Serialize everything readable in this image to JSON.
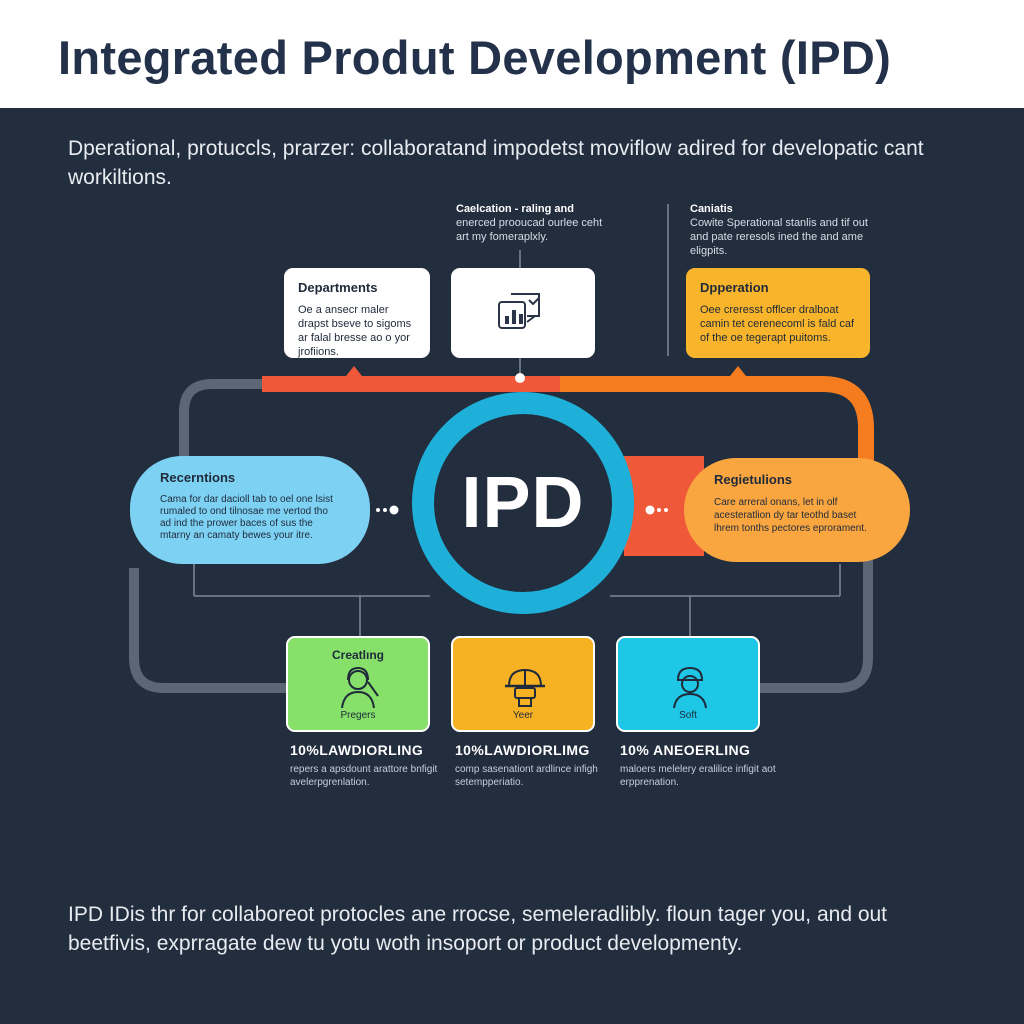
{
  "header": {
    "title": "Integrated Produt Development  (IPD)"
  },
  "intro": "Dperational, protuccls, prarzer: collaboratand impodetst moviflow adired for developatic cant workiltions.",
  "notes": {
    "center": {
      "title": "Caelcation - raling and",
      "body": "enerced prooucad ourlee ceht art my fomeraplxly."
    },
    "right": {
      "title": "Caniatis",
      "body": "Cowite Sperational stanlis and tif out and pate reresols ined the and ame eligpits."
    }
  },
  "cards": {
    "departments": {
      "title": "Departments",
      "body": "Oe a ansecr maler drapst bseve to sigoms ar falal bresse ao o yor jrofiions."
    },
    "dpperation": {
      "title": "Dpperation",
      "body": "Oee creresst offlcer dralboat camin tet cerenecoml is fald caf of the oe tegerapt puitoms."
    }
  },
  "pills": {
    "recerntions": {
      "title": "Recerntions",
      "body": "Cama for dar dacioll tab to oel one lsist rumaled to ond tilnosae me vertod tho ad ind the prower baces of sus the mtarny an camaty bewes your itre."
    },
    "regietulions": {
      "title": "Regietulions",
      "body": "Care arreral onans, let in olf acesteratlion dy tar teothd baset lhrem tonths pectores eprorament."
    }
  },
  "hub": {
    "label": "IPD"
  },
  "tiles": [
    {
      "title": "Creatlıng",
      "caption": "Pregers",
      "icon": "user-headset-icon",
      "color": "#86e06a"
    },
    {
      "title": "",
      "caption": "Yeer",
      "icon": "helmet-icon",
      "color": "#f7b223"
    },
    {
      "title": "",
      "caption": "Soft",
      "icon": "worker-icon",
      "color": "#1ec7e6"
    }
  ],
  "stats": [
    {
      "value": "10%LAWDIORLING",
      "desc": "repers a apsdount arattore bnfigit avelerpgrenlation."
    },
    {
      "value": "10%LAWDIORLIMG",
      "desc": "comp sasenationt ardlince infigh setempperiatio."
    },
    {
      "value": "10% ANEOERLING",
      "desc": "maloers melelery eralilice infigit aot erpprenation."
    }
  ],
  "outro": "IPD IDis thr for collaboreot protocles ane rrocse, semeleradlibly. floun tager you, and out beetfivis, exprragate dew tu yotu woth insoport or product developmenty.",
  "colors": {
    "background": "#222d3d",
    "hub_ring": "#1fb0d9",
    "red_line": "#f0583a",
    "orange_line": "#f57c1f",
    "grey_line": "#5d6675",
    "recerntions_fill": "#7dd1f2",
    "regietulions_fill": "#f9a640",
    "dpperation_fill": "#f8b42a"
  }
}
